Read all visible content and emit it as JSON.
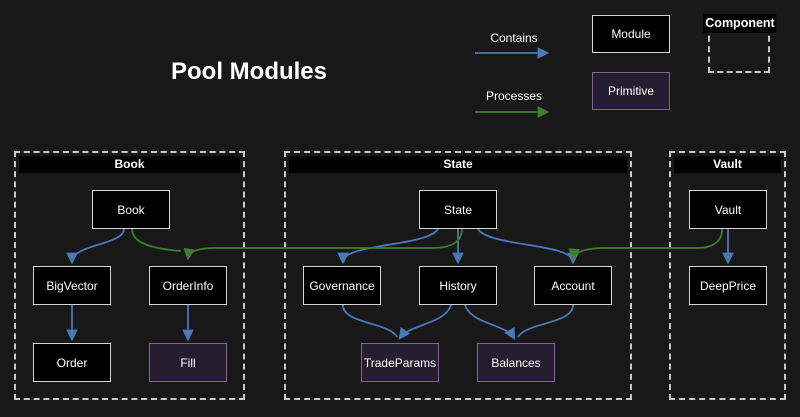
{
  "title": "Pool Modules",
  "legend": {
    "contains": "Contains",
    "processes": "Processes",
    "module": "Module",
    "primitive": "Primitive",
    "component": "Component"
  },
  "colors": {
    "page-bg": "#181818",
    "text": "#ffffff",
    "node-bg": "#000000",
    "node-border": "#d6d6d6",
    "primitive-bg": "#251d30",
    "primitive-border": "#7d6596",
    "contains-blue": "#4a79ba",
    "processes-green": "#3f7e2e",
    "container-border": "#c9c9c9",
    "titlebar-bg": "#000000"
  },
  "containers": {
    "book": {
      "label": "Book"
    },
    "state": {
      "label": "State"
    },
    "vault": {
      "label": "Vault"
    }
  },
  "nodes": {
    "book": {
      "label": "Book",
      "type": "module"
    },
    "bigvector": {
      "label": "BigVector",
      "type": "module"
    },
    "orderinfo": {
      "label": "OrderInfo",
      "type": "module"
    },
    "order": {
      "label": "Order",
      "type": "module"
    },
    "fill": {
      "label": "Fill",
      "type": "primitive"
    },
    "state": {
      "label": "State",
      "type": "module"
    },
    "governance": {
      "label": "Governance",
      "type": "module"
    },
    "history": {
      "label": "History",
      "type": "module"
    },
    "account": {
      "label": "Account",
      "type": "module"
    },
    "tradeparams": {
      "label": "TradeParams",
      "type": "primitive"
    },
    "balances": {
      "label": "Balances",
      "type": "primitive"
    },
    "vault": {
      "label": "Vault",
      "type": "module"
    },
    "deepprice": {
      "label": "DeepPrice",
      "type": "module"
    }
  },
  "edges": [
    {
      "from": "Book",
      "to": "BigVector",
      "relation": "contains"
    },
    {
      "from": "BigVector",
      "to": "Order",
      "relation": "contains"
    },
    {
      "from": "OrderInfo",
      "to": "Fill",
      "relation": "contains"
    },
    {
      "from": "State",
      "to": "Governance",
      "relation": "contains"
    },
    {
      "from": "State",
      "to": "History",
      "relation": "contains"
    },
    {
      "from": "State",
      "to": "Account",
      "relation": "contains"
    },
    {
      "from": "Governance",
      "to": "TradeParams",
      "relation": "contains"
    },
    {
      "from": "History",
      "to": "TradeParams",
      "relation": "contains"
    },
    {
      "from": "History",
      "to": "Balances",
      "relation": "contains"
    },
    {
      "from": "Account",
      "to": "Balances",
      "relation": "contains"
    },
    {
      "from": "Vault",
      "to": "DeepPrice",
      "relation": "contains"
    },
    {
      "from": "Book",
      "to": "OrderInfo",
      "relation": "processes"
    },
    {
      "from": "State",
      "to": "OrderInfo",
      "relation": "processes"
    },
    {
      "from": "Vault",
      "to": "Account",
      "relation": "processes"
    }
  ]
}
